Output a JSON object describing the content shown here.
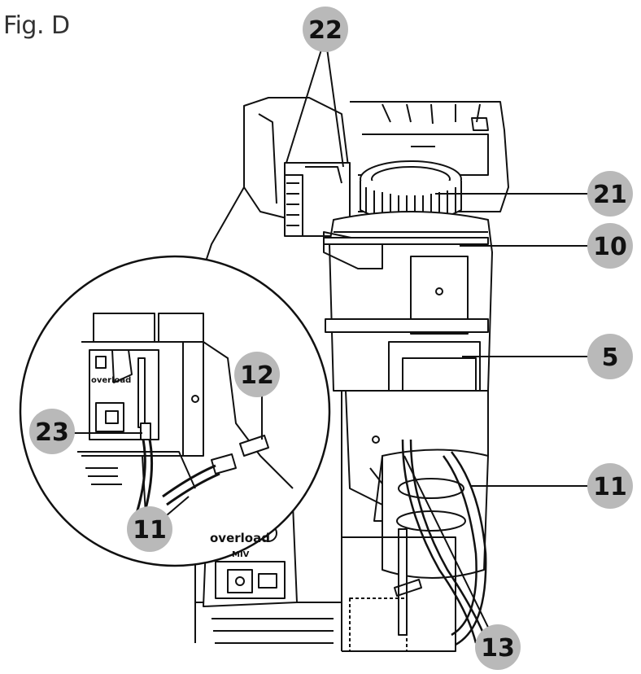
{
  "figure": {
    "title": "Fig. D"
  },
  "panel_labels": {
    "overload_inset": "overload",
    "overload_main": "overload",
    "mode_text": "MIV"
  },
  "colors": {
    "badge": "#b9b9b9",
    "line": "#111111",
    "background": "#ffffff"
  },
  "callouts": [
    {
      "id": "c22",
      "label": "22"
    },
    {
      "id": "c21",
      "label": "21"
    },
    {
      "id": "c10",
      "label": "10"
    },
    {
      "id": "c5",
      "label": "5"
    },
    {
      "id": "c12",
      "label": "12"
    },
    {
      "id": "c23",
      "label": "23"
    },
    {
      "id": "c11a",
      "label": "11"
    },
    {
      "id": "c11b",
      "label": "11"
    },
    {
      "id": "c13",
      "label": "13"
    }
  ]
}
